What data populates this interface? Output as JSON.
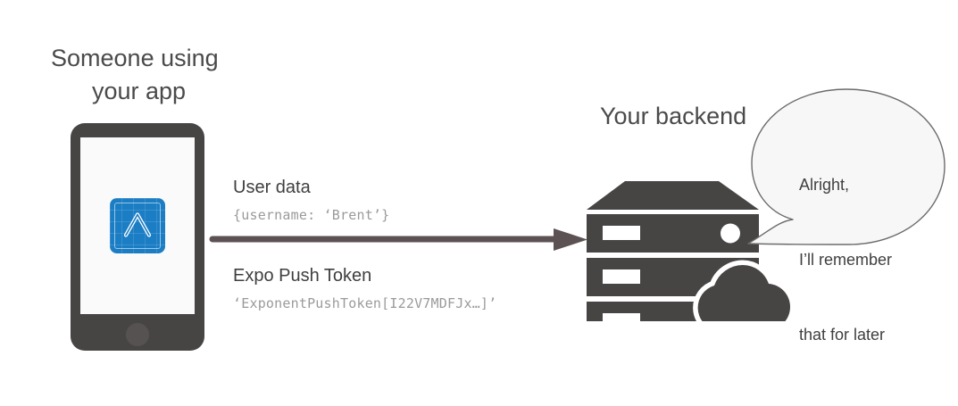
{
  "diagram": {
    "type": "flow-diagram",
    "background_color": "#ffffff",
    "client": {
      "caption_line1": "Someone using",
      "caption_line2": "your app",
      "device": "smartphone",
      "app_icon_name": "expo-app-icon",
      "app_icon_color": "#1b7dc4",
      "device_color": "#474444",
      "screen_color": "#fafafa"
    },
    "flow": {
      "direction": "client-to-backend",
      "arrow_color": "#5d5253",
      "payloads": [
        {
          "title": "User data",
          "code": "{username: ‘Brent’}"
        },
        {
          "title": "Expo Push Token",
          "code": "‘ExponentPushToken[I22V7MDFJx…]’"
        }
      ]
    },
    "backend": {
      "caption": "Your backend",
      "icon_name": "server-rack-with-cloud-icon",
      "color": "#474444"
    },
    "speech_bubble": {
      "line1": "Alright,",
      "line2": "I’ll remember",
      "line3": "that for later",
      "fill_color": "#f7f7f7",
      "stroke_color": "#6b6b6b"
    }
  }
}
